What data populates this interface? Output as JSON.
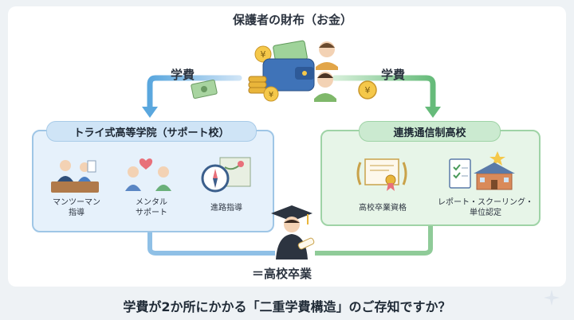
{
  "diagram": {
    "top_title": "保護者の財布（お金）",
    "tuition_left": "学費",
    "tuition_right": "学費",
    "left_school": {
      "title": "トライ式高等学院（サポート校）",
      "items": [
        {
          "label": "マンツーマン\n指導",
          "icon": "tutor-icon"
        },
        {
          "label": "メンタル\nサポート",
          "icon": "counseling-icon"
        },
        {
          "label": "進路指導",
          "icon": "compass-map-icon"
        }
      ]
    },
    "right_school": {
      "title": "連携通信制高校",
      "items": [
        {
          "label": "高校卒業資格",
          "icon": "diploma-icon"
        },
        {
          "label": "レポート・スクーリング・\n単位認定",
          "icon": "checklist-school-icon"
        }
      ]
    },
    "result": "＝高校卒業",
    "question": "学費が2か所にかかる「二重学費構造」のご存知ですか？"
  },
  "colors": {
    "blue_accent": "#5aa7de",
    "green_accent": "#66bb7a",
    "box_blue": "#e6f1fb",
    "box_green": "#e7f5e8"
  }
}
